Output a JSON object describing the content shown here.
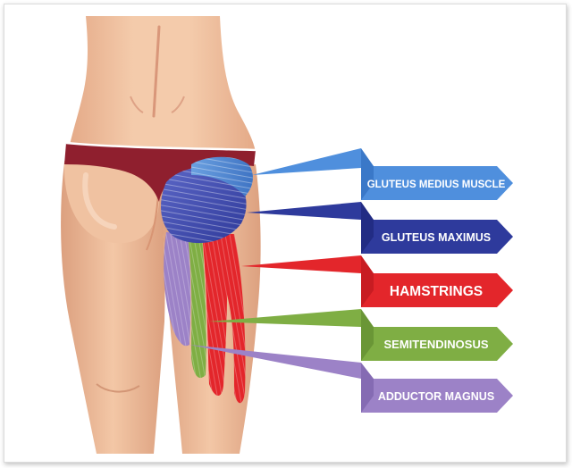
{
  "labels": {
    "gluteus_medius": {
      "text": "GLUTEUS MEDIUS MUSCLE",
      "color": "#4f8fdd"
    },
    "gluteus_maximus": {
      "text": "GLUTEUS MAXIMUS",
      "color": "#2e3a9c"
    },
    "hamstrings": {
      "text": "HAMSTRINGS",
      "color": "#e3262b"
    },
    "semitendinosus": {
      "text": "SEMITENDINOSUS",
      "color": "#7fae44"
    },
    "adductor_magnus": {
      "text": "ADDUCTOR MAGNUS",
      "color": "#9c82c7"
    }
  },
  "colors": {
    "skin": "#f1c3a0",
    "skin_shadow": "#d99c79",
    "underwear": "#8f1f2e"
  }
}
